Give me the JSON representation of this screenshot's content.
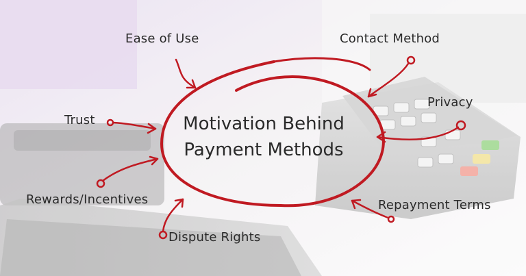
{
  "diagram": {
    "center": {
      "line1": "Motivation Behind",
      "line2": "Payment Methods"
    },
    "labels": {
      "ease_of_use": "Ease of Use",
      "contact_method": "Contact Method",
      "privacy": "Privacy",
      "trust": "Trust",
      "rewards_incentives": "Rewards/Incentives",
      "repayment_terms": "Repayment Terms",
      "dispute_rights": "Dispute Rights"
    },
    "colors": {
      "accent": "#c01a22",
      "text": "#2a2a2a"
    }
  }
}
